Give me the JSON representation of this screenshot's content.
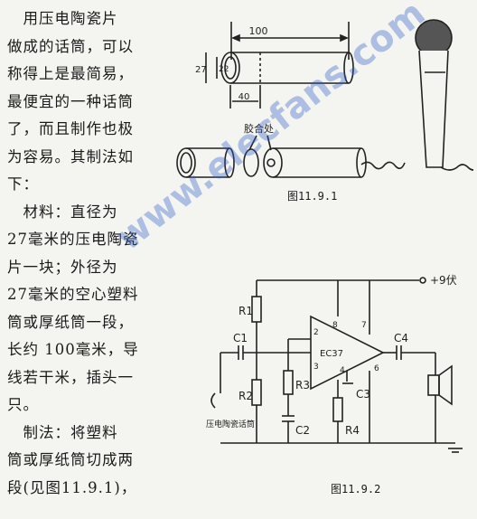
{
  "body_text": {
    "lines": [
      "　用压电陶瓷片",
      "做成的话筒，可以",
      "称得上是最简易，",
      "最便宜的一种话筒",
      "了，而且制作也极",
      "为容易。其制法如",
      "下：",
      "　材料：直径为",
      "27毫米的压电陶瓷",
      "片一块；外径为",
      "27毫米的空心塑料",
      "筒或厚纸筒一段，",
      "长约 100毫米，导",
      "线若干米，插头一",
      "只。",
      "　制法：将塑料",
      "筒或厚纸筒切成两",
      "段(见图11.9.1)，"
    ]
  },
  "figure1": {
    "dim_length": "100",
    "dim_outer": "27",
    "dim_inner": "22",
    "dim_short": "40",
    "glue_label": "胶合处",
    "caption": "图11.9.1"
  },
  "figure2": {
    "supply": "+9伏",
    "r1": "R1",
    "r2": "R2",
    "r3": "R3",
    "r4": "R4",
    "c1": "C1",
    "c2": "C2",
    "c3": "C3",
    "c4": "C4",
    "ic": "EC37",
    "pin2": "2",
    "pin3": "3",
    "pin4": "4",
    "pin6": "6",
    "pin7": "7",
    "pin8": "8",
    "mic_label": "压电陶瓷话筒",
    "caption": "图11.9.2"
  },
  "watermark": "www.elecfans.com"
}
